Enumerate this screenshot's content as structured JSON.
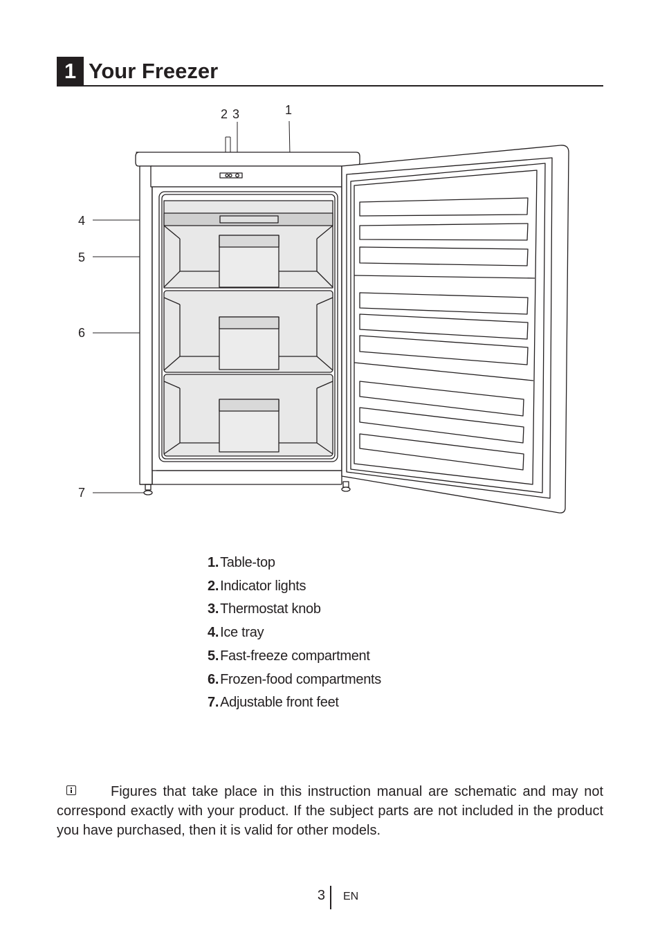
{
  "header": {
    "chapter_number": "1",
    "title": "Your Freezer"
  },
  "figure": {
    "callouts": {
      "c1": "1",
      "c2": "2",
      "c3": "3",
      "c4": "4",
      "c5": "5",
      "c6": "6",
      "c7": "7"
    }
  },
  "legend": [
    {
      "num": "1.",
      "label": "Table-top"
    },
    {
      "num": "2.",
      "label": "Indicator lights"
    },
    {
      "num": "3.",
      "label": "Thermostat knob"
    },
    {
      "num": "4.",
      "label": "Ice tray"
    },
    {
      "num": "5.",
      "label": "Fast-freeze compartment"
    },
    {
      "num": "6.",
      "label": "Frozen-food compartments"
    },
    {
      "num": "7.",
      "label": "Adjustable front feet"
    }
  ],
  "note": {
    "icon": "info-icon",
    "text": "Figures that take place in this instruction manual are schematic and may not correspond exactly with your product. If the subject parts are not included in the product you have purchased, then it is valid for other models."
  },
  "footer": {
    "page_number": "3",
    "language": "EN"
  }
}
